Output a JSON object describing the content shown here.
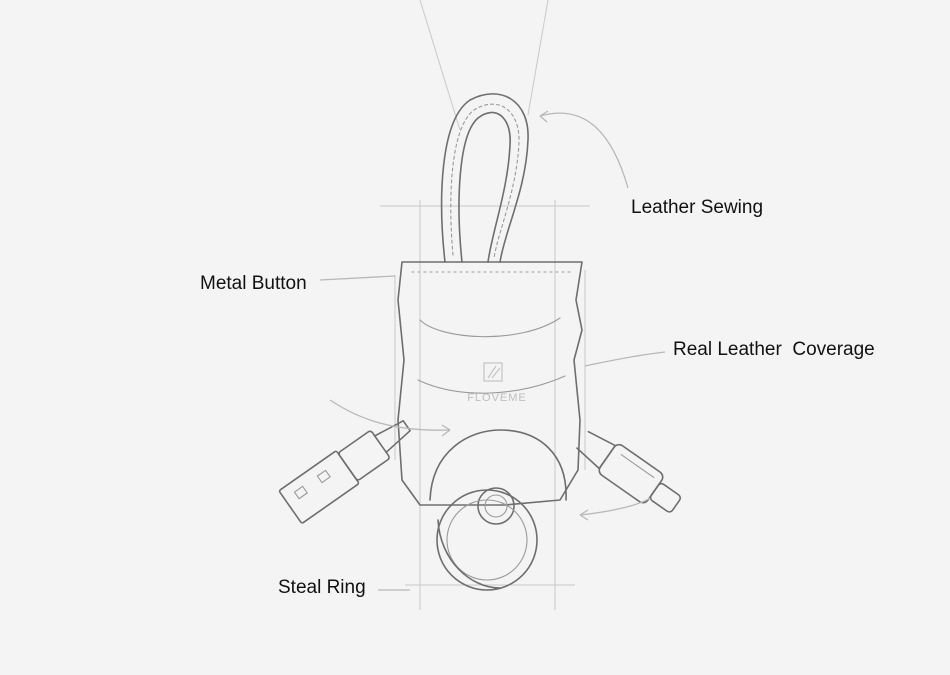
{
  "annotations": {
    "leather_sewing": "Leather Sewing",
    "metal_button": "Metal Button",
    "real_leather_coverage": "Real Leather  Coverage",
    "steal_ring": "Steal Ring"
  },
  "brand_mark": "FLOVEME"
}
